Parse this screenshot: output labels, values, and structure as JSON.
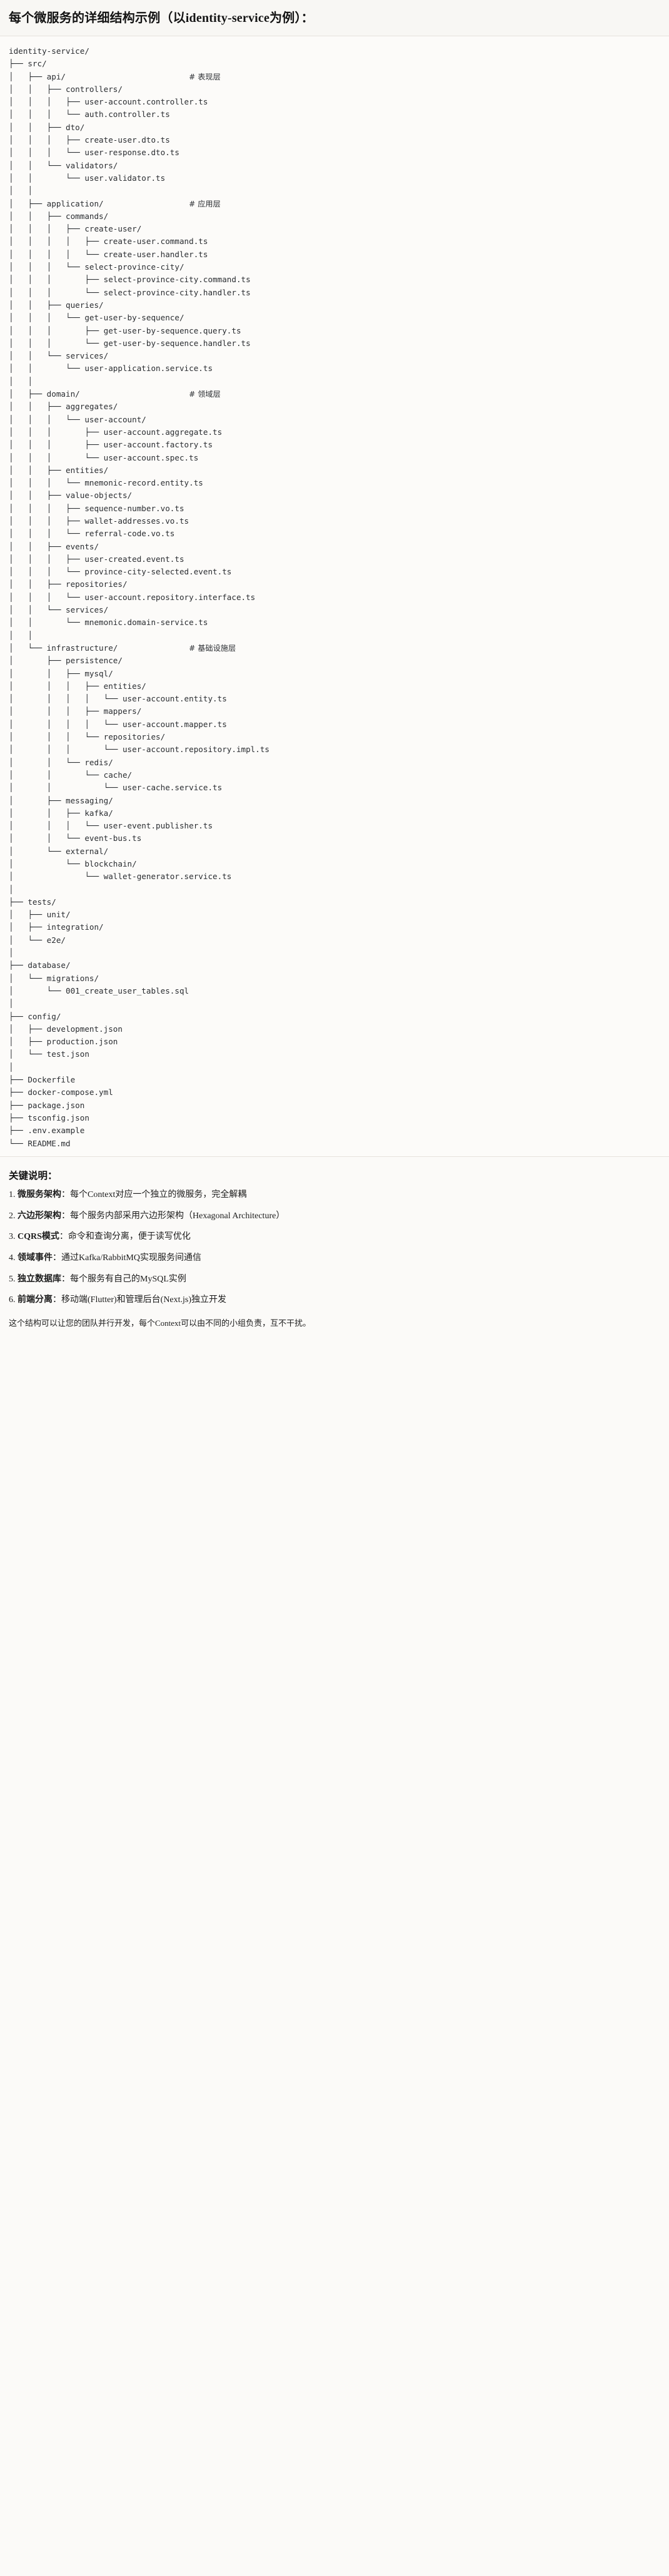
{
  "header": {
    "title": "每个微服务的详细结构示例（以identity-service为例）："
  },
  "tree": {
    "root_label": "identity-service/",
    "comment_column": 38,
    "lines": [
      {
        "prefix": "",
        "name": "identity-service/",
        "comment": ""
      },
      {
        "prefix": "├── ",
        "name": "src/",
        "comment": ""
      },
      {
        "prefix": "│   ├── ",
        "name": "api/",
        "comment": "# 表现层"
      },
      {
        "prefix": "│   │   ├── ",
        "name": "controllers/",
        "comment": ""
      },
      {
        "prefix": "│   │   │   ├── ",
        "name": "user-account.controller.ts",
        "comment": ""
      },
      {
        "prefix": "│   │   │   └── ",
        "name": "auth.controller.ts",
        "comment": ""
      },
      {
        "prefix": "│   │   ├── ",
        "name": "dto/",
        "comment": ""
      },
      {
        "prefix": "│   │   │   ├── ",
        "name": "create-user.dto.ts",
        "comment": ""
      },
      {
        "prefix": "│   │   │   └── ",
        "name": "user-response.dto.ts",
        "comment": ""
      },
      {
        "prefix": "│   │   └── ",
        "name": "validators/",
        "comment": ""
      },
      {
        "prefix": "│   │       └── ",
        "name": "user.validator.ts",
        "comment": ""
      },
      {
        "prefix": "│   │",
        "name": "",
        "comment": ""
      },
      {
        "prefix": "│   ├── ",
        "name": "application/",
        "comment": "# 应用层"
      },
      {
        "prefix": "│   │   ├── ",
        "name": "commands/",
        "comment": ""
      },
      {
        "prefix": "│   │   │   ├── ",
        "name": "create-user/",
        "comment": ""
      },
      {
        "prefix": "│   │   │   │   ├── ",
        "name": "create-user.command.ts",
        "comment": ""
      },
      {
        "prefix": "│   │   │   │   └── ",
        "name": "create-user.handler.ts",
        "comment": ""
      },
      {
        "prefix": "│   │   │   └── ",
        "name": "select-province-city/",
        "comment": ""
      },
      {
        "prefix": "│   │   │       ├── ",
        "name": "select-province-city.command.ts",
        "comment": ""
      },
      {
        "prefix": "│   │   │       └── ",
        "name": "select-province-city.handler.ts",
        "comment": ""
      },
      {
        "prefix": "│   │   ├── ",
        "name": "queries/",
        "comment": ""
      },
      {
        "prefix": "│   │   │   └── ",
        "name": "get-user-by-sequence/",
        "comment": ""
      },
      {
        "prefix": "│   │   │       ├── ",
        "name": "get-user-by-sequence.query.ts",
        "comment": ""
      },
      {
        "prefix": "│   │   │       └── ",
        "name": "get-user-by-sequence.handler.ts",
        "comment": ""
      },
      {
        "prefix": "│   │   └── ",
        "name": "services/",
        "comment": ""
      },
      {
        "prefix": "│   │       └── ",
        "name": "user-application.service.ts",
        "comment": ""
      },
      {
        "prefix": "│   │",
        "name": "",
        "comment": ""
      },
      {
        "prefix": "│   ├── ",
        "name": "domain/",
        "comment": "# 领域层"
      },
      {
        "prefix": "│   │   ├── ",
        "name": "aggregates/",
        "comment": ""
      },
      {
        "prefix": "│   │   │   └── ",
        "name": "user-account/",
        "comment": ""
      },
      {
        "prefix": "│   │   │       ├── ",
        "name": "user-account.aggregate.ts",
        "comment": ""
      },
      {
        "prefix": "│   │   │       ├── ",
        "name": "user-account.factory.ts",
        "comment": ""
      },
      {
        "prefix": "│   │   │       └── ",
        "name": "user-account.spec.ts",
        "comment": ""
      },
      {
        "prefix": "│   │   ├── ",
        "name": "entities/",
        "comment": ""
      },
      {
        "prefix": "│   │   │   └── ",
        "name": "mnemonic-record.entity.ts",
        "comment": ""
      },
      {
        "prefix": "│   │   ├── ",
        "name": "value-objects/",
        "comment": ""
      },
      {
        "prefix": "│   │   │   ├── ",
        "name": "sequence-number.vo.ts",
        "comment": ""
      },
      {
        "prefix": "│   │   │   ├── ",
        "name": "wallet-addresses.vo.ts",
        "comment": ""
      },
      {
        "prefix": "│   │   │   └── ",
        "name": "referral-code.vo.ts",
        "comment": ""
      },
      {
        "prefix": "│   │   ├── ",
        "name": "events/",
        "comment": ""
      },
      {
        "prefix": "│   │   │   ├── ",
        "name": "user-created.event.ts",
        "comment": ""
      },
      {
        "prefix": "│   │   │   └── ",
        "name": "province-city-selected.event.ts",
        "comment": ""
      },
      {
        "prefix": "│   │   ├── ",
        "name": "repositories/",
        "comment": ""
      },
      {
        "prefix": "│   │   │   └── ",
        "name": "user-account.repository.interface.ts",
        "comment": ""
      },
      {
        "prefix": "│   │   └── ",
        "name": "services/",
        "comment": ""
      },
      {
        "prefix": "│   │       └── ",
        "name": "mnemonic.domain-service.ts",
        "comment": ""
      },
      {
        "prefix": "│   │",
        "name": "",
        "comment": ""
      },
      {
        "prefix": "│   └── ",
        "name": "infrastructure/",
        "comment": "# 基础设施层"
      },
      {
        "prefix": "│       ├── ",
        "name": "persistence/",
        "comment": ""
      },
      {
        "prefix": "│       │   ├── ",
        "name": "mysql/",
        "comment": ""
      },
      {
        "prefix": "│       │   │   ├── ",
        "name": "entities/",
        "comment": ""
      },
      {
        "prefix": "│       │   │   │   └── ",
        "name": "user-account.entity.ts",
        "comment": ""
      },
      {
        "prefix": "│       │   │   ├── ",
        "name": "mappers/",
        "comment": ""
      },
      {
        "prefix": "│       │   │   │   └── ",
        "name": "user-account.mapper.ts",
        "comment": ""
      },
      {
        "prefix": "│       │   │   └── ",
        "name": "repositories/",
        "comment": ""
      },
      {
        "prefix": "│       │   │       └── ",
        "name": "user-account.repository.impl.ts",
        "comment": ""
      },
      {
        "prefix": "│       │   └── ",
        "name": "redis/",
        "comment": ""
      },
      {
        "prefix": "│       │       └── ",
        "name": "cache/",
        "comment": ""
      },
      {
        "prefix": "│       │           └── ",
        "name": "user-cache.service.ts",
        "comment": ""
      },
      {
        "prefix": "│       ├── ",
        "name": "messaging/",
        "comment": ""
      },
      {
        "prefix": "│       │   ├── ",
        "name": "kafka/",
        "comment": ""
      },
      {
        "prefix": "│       │   │   └── ",
        "name": "user-event.publisher.ts",
        "comment": ""
      },
      {
        "prefix": "│       │   └── ",
        "name": "event-bus.ts",
        "comment": ""
      },
      {
        "prefix": "│       └── ",
        "name": "external/",
        "comment": ""
      },
      {
        "prefix": "│           └── ",
        "name": "blockchain/",
        "comment": ""
      },
      {
        "prefix": "│               └── ",
        "name": "wallet-generator.service.ts",
        "comment": ""
      },
      {
        "prefix": "│",
        "name": "",
        "comment": ""
      },
      {
        "prefix": "├── ",
        "name": "tests/",
        "comment": ""
      },
      {
        "prefix": "│   ├── ",
        "name": "unit/",
        "comment": ""
      },
      {
        "prefix": "│   ├── ",
        "name": "integration/",
        "comment": ""
      },
      {
        "prefix": "│   └── ",
        "name": "e2e/",
        "comment": ""
      },
      {
        "prefix": "│",
        "name": "",
        "comment": ""
      },
      {
        "prefix": "├── ",
        "name": "database/",
        "comment": ""
      },
      {
        "prefix": "│   └── ",
        "name": "migrations/",
        "comment": ""
      },
      {
        "prefix": "│       └── ",
        "name": "001_create_user_tables.sql",
        "comment": ""
      },
      {
        "prefix": "│",
        "name": "",
        "comment": ""
      },
      {
        "prefix": "├── ",
        "name": "config/",
        "comment": ""
      },
      {
        "prefix": "│   ├── ",
        "name": "development.json",
        "comment": ""
      },
      {
        "prefix": "│   ├── ",
        "name": "production.json",
        "comment": ""
      },
      {
        "prefix": "│   └── ",
        "name": "test.json",
        "comment": ""
      },
      {
        "prefix": "│",
        "name": "",
        "comment": ""
      },
      {
        "prefix": "├── ",
        "name": "Dockerfile",
        "comment": ""
      },
      {
        "prefix": "├── ",
        "name": "docker-compose.yml",
        "comment": ""
      },
      {
        "prefix": "├── ",
        "name": "package.json",
        "comment": ""
      },
      {
        "prefix": "├── ",
        "name": "tsconfig.json",
        "comment": ""
      },
      {
        "prefix": "├── ",
        "name": ".env.example",
        "comment": ""
      },
      {
        "prefix": "└── ",
        "name": "README.md",
        "comment": ""
      }
    ]
  },
  "notes": {
    "title": "关键说明：",
    "items": [
      {
        "index": "1.",
        "term": "微服务架构",
        "sep": "：",
        "text": "每个Context对应一个独立的微服务，完全解耦"
      },
      {
        "index": "2.",
        "term": "六边形架构",
        "sep": "：",
        "text": "每个服务内部采用六边形架构（Hexagonal Architecture）"
      },
      {
        "index": "3.",
        "term": "CQRS模式",
        "sep": "：",
        "text": "命令和查询分离，便于读写优化"
      },
      {
        "index": "4.",
        "term": "领域事件",
        "sep": "：",
        "text": "通过Kafka/RabbitMQ实现服务间通信"
      },
      {
        "index": "5.",
        "term": "独立数据库",
        "sep": "：",
        "text": "每个服务有自己的MySQL实例"
      },
      {
        "index": "6.",
        "term": "前端分离",
        "sep": "：",
        "text": "移动端(Flutter)和管理后台(Next.js)独立开发"
      }
    ],
    "closing": "这个结构可以让您的团队并行开发，每个Context可以由不同的小组负责，互不干扰。"
  }
}
